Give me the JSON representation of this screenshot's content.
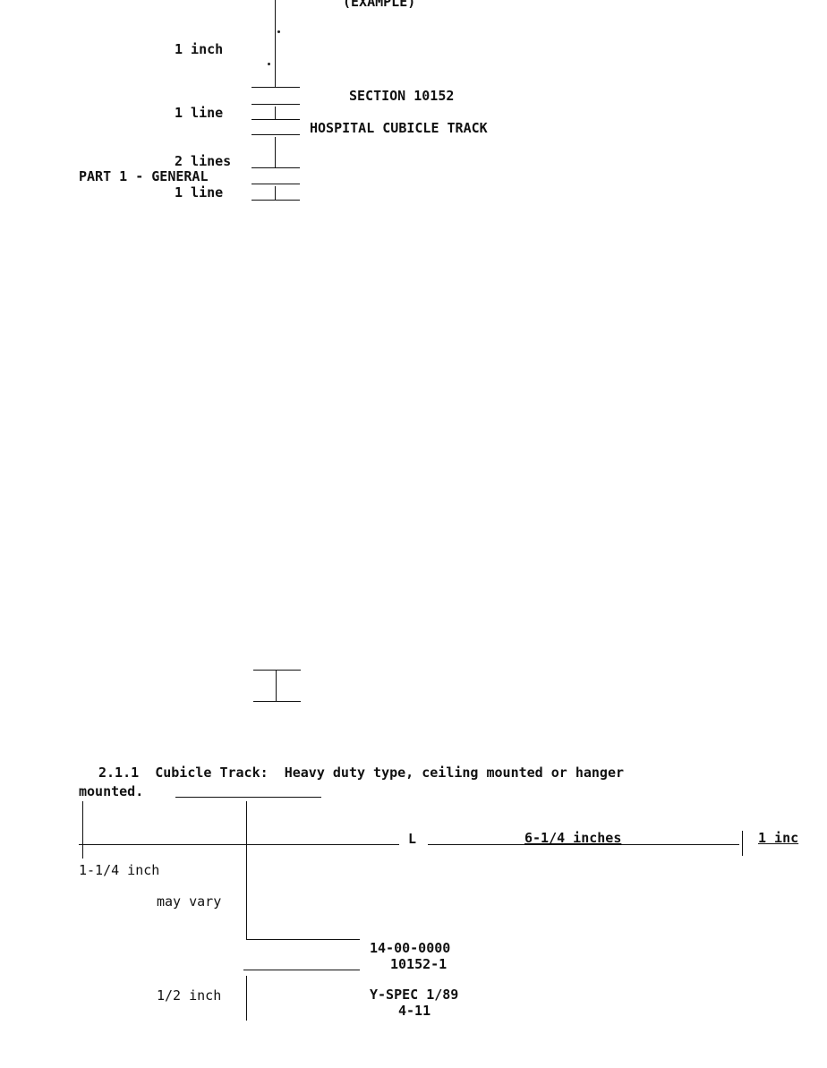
{
  "top_diagram": {
    "example_label": "(EXAMPLE)",
    "one_inch": "1 inch",
    "one_line_a": "1 line",
    "two_lines": "2 lines",
    "part_heading": "PART 1 - GENERAL",
    "one_line_b": "1 line",
    "section_number": "SECTION 10152",
    "section_title": "HOSPITAL CUBICLE TRACK"
  },
  "bottom_diagram": {
    "paragraph_line1": "2.1.1  Cubicle Track:  Heavy duty type, ceiling mounted or hanger",
    "paragraph_line2": "mounted.",
    "left_margin": "1-1/4 inch",
    "margin_marker": "L",
    "text_width": "6-1/4 inches",
    "right_margin": "1 inc",
    "may_vary": "may vary",
    "footer_code": "14-00-0000",
    "footer_section_page": "10152-1",
    "half_inch": "1/2 inch",
    "footer_spec": "Y-SPEC 1/89",
    "footer_page": "4-11"
  }
}
